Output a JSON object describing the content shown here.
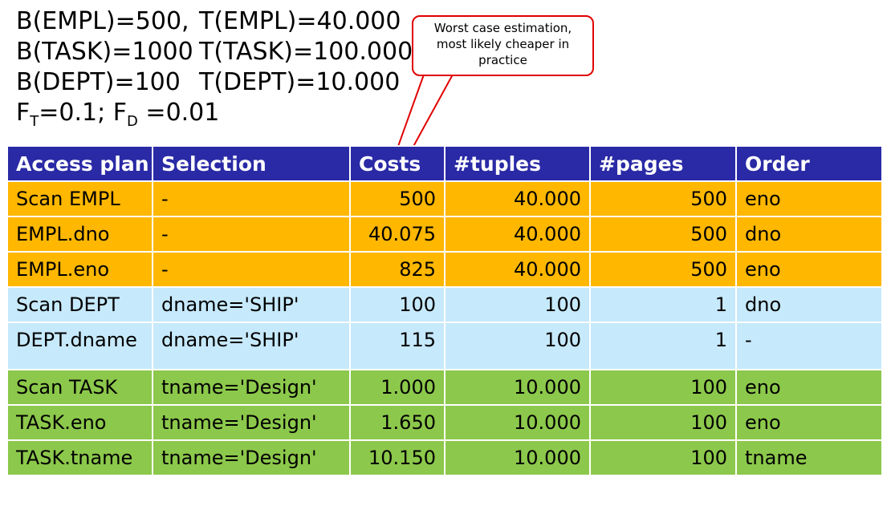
{
  "stats": {
    "lines": [
      {
        "b": "B(EMPL)=500,",
        "t": "T(EMPL)=40.000"
      },
      {
        "b": "B(TASK)=1000",
        "t": "T(TASK)=100.000"
      },
      {
        "b": "B(DEPT)=100",
        "t": "T(DEPT)=10.000"
      }
    ],
    "factors": {
      "ft_prefix": "F",
      "ft_sub": "T",
      "ft_value": "=0.1; F",
      "fd_sub": "D",
      "fd_value": " =0.01"
    }
  },
  "callout": {
    "line1": "Worst case estimation,",
    "line2": "most likely cheaper in",
    "line3": "practice"
  },
  "table": {
    "headers": [
      "Access plan",
      "Selection",
      "Costs",
      "#tuples",
      "#pages",
      "Order"
    ],
    "rows": [
      [
        "Scan EMPL",
        "-",
        "500",
        "40.000",
        "500",
        "eno"
      ],
      [
        "EMPL.dno",
        "-",
        "40.075",
        "40.000",
        "500",
        "dno"
      ],
      [
        "EMPL.eno",
        "-",
        "825",
        "40.000",
        "500",
        "eno"
      ],
      [
        "Scan DEPT",
        "dname='SHIP'",
        "100",
        "100",
        "1",
        "dno"
      ],
      [
        "DEPT.dname",
        "dname='SHIP'",
        "115",
        "100",
        "1",
        "-"
      ],
      [
        "Scan TASK",
        "tname='Design'",
        "1.000",
        "10.000",
        "100",
        "eno"
      ],
      [
        "TASK.eno",
        "tname='Design'",
        "1.650",
        "10.000",
        "100",
        "eno"
      ],
      [
        "TASK.tname",
        "tname='Design'",
        "10.150",
        "10.000",
        "100",
        "tname"
      ]
    ]
  },
  "colors": {
    "header": "#2a2aa6",
    "empl_rows": "#ffb700",
    "dept_rows": "#c6e9fb",
    "task_rows": "#8cc84b",
    "callout_border": "#e00000"
  }
}
